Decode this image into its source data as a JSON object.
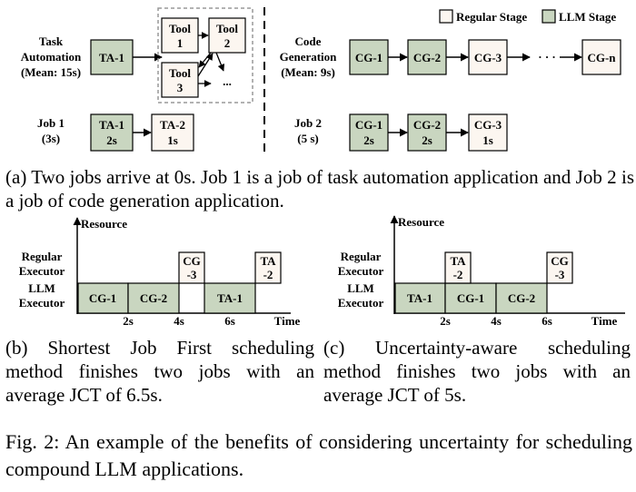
{
  "legend": {
    "regular_label": "Regular Stage",
    "llm_label": "LLM Stage"
  },
  "colors": {
    "llm_fill": "#c9d6c0",
    "regular_fill": "#fcf6f0",
    "dashed_border": "#999999"
  },
  "apps": {
    "task": {
      "title_line1": "Task",
      "title_line2": "Automation",
      "title_line3": "(Mean: 15s)",
      "stage1": "TA-1",
      "tool1_line1": "Tool",
      "tool1_line2": "1",
      "tool2_line1": "Tool",
      "tool2_line2": "2",
      "tool3_line1": "Tool",
      "tool3_line2": "3",
      "more": "..."
    },
    "code": {
      "title_line1": "Code",
      "title_line2": "Generation",
      "title_line3": "(Mean: 9s)",
      "stages": [
        "CG-1",
        "CG-2",
        "CG-3"
      ],
      "ellipsis": "· · ·",
      "last": "CG-n"
    }
  },
  "jobs": {
    "job1": {
      "name": "Job 1",
      "time": "(3s)",
      "s1_name": "TA-1",
      "s1_time": "2s",
      "s2_name": "TA-2",
      "s2_time": "1s"
    },
    "job2": {
      "name": "Job 2",
      "time": "(5 s)",
      "s1_name": "CG-1",
      "s1_time": "2s",
      "s2_name": "CG-2",
      "s2_time": "2s",
      "s3_name": "CG-3",
      "s3_time": "1s"
    }
  },
  "gantt": {
    "resource_label": "Resource",
    "time_label": "Time",
    "regular_line1": "Regular",
    "regular_line2": "Executor",
    "llm_line1": "LLM",
    "llm_line2": "Executor",
    "b": {
      "llm_blocks": [
        "CG-1",
        "CG-2",
        "TA-1"
      ],
      "cg3_line1": "CG",
      "cg3_line2": "-3",
      "ta2_line1": "TA",
      "ta2_line2": "-2",
      "ticks": [
        "2s",
        "4s",
        "6s"
      ]
    },
    "c": {
      "llm_blocks": [
        "TA-1",
        "CG-1",
        "CG-2"
      ],
      "ta2_line1": "TA",
      "ta2_line2": "-2",
      "cg3_line1": "CG",
      "cg3_line2": "-3",
      "ticks": [
        "2s",
        "4s",
        "6s"
      ]
    }
  },
  "captions": {
    "a": "(a) Two jobs arrive at 0s. Job 1 is a job of task automation application and Job 2 is a job of code generation application.",
    "b": "(b) Shortest Job First scheduling method finishes two jobs with an average JCT of 6.5s.",
    "c": "(c) Uncertainty-aware scheduling method finishes two jobs with an average JCT of 5s.",
    "fig": "Fig. 2: An example of the benefits of considering uncertainty for scheduling compound LLM applications."
  }
}
